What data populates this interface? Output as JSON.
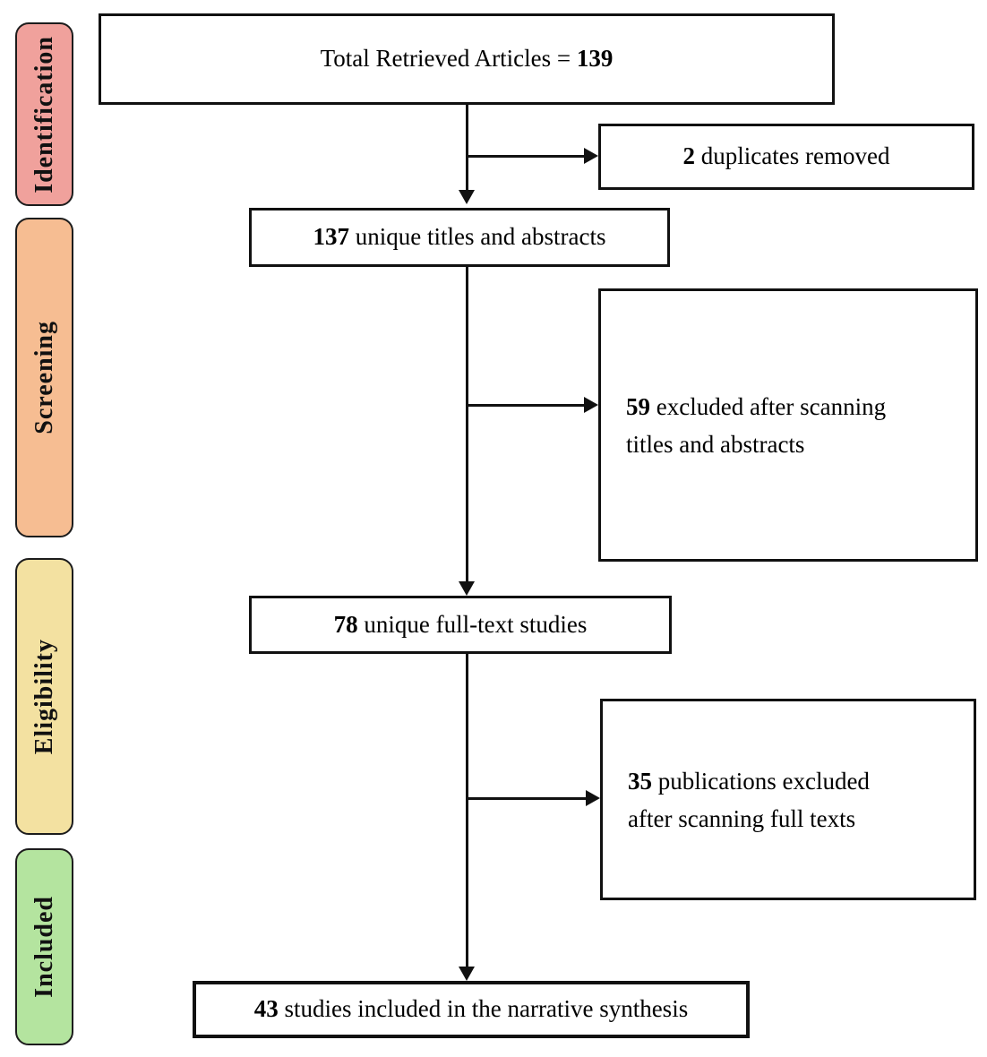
{
  "sidebar": {
    "items": [
      {
        "label": "Identification",
        "color": "#f0a19c"
      },
      {
        "label": "Screening",
        "color": "#f6bd92"
      },
      {
        "label": "Eligibility",
        "color": "#f3e1a1"
      },
      {
        "label": "Included",
        "color": "#b4e49f"
      }
    ]
  },
  "boxes": {
    "total": {
      "prefix": "Total Retrieved Articles = ",
      "count": "139"
    },
    "duplicates": {
      "count": "2",
      "rest": " duplicates removed"
    },
    "titles": {
      "count": "137",
      "rest": " unique titles and abstracts"
    },
    "excluded_titles": {
      "count": "59",
      "line1_rest": " excluded after scanning",
      "line2": "titles and abstracts"
    },
    "fulltext": {
      "count": "78",
      "rest": " unique full-text studies"
    },
    "excluded_fulltext": {
      "count": "35",
      "line1_rest": " publications excluded",
      "line2": "after scanning full texts"
    },
    "included": {
      "count": "43",
      "rest": " studies included in the narrative synthesis"
    }
  },
  "colors": {
    "line": "#111111",
    "box_border": "#111111",
    "background": "#ffffff"
  }
}
